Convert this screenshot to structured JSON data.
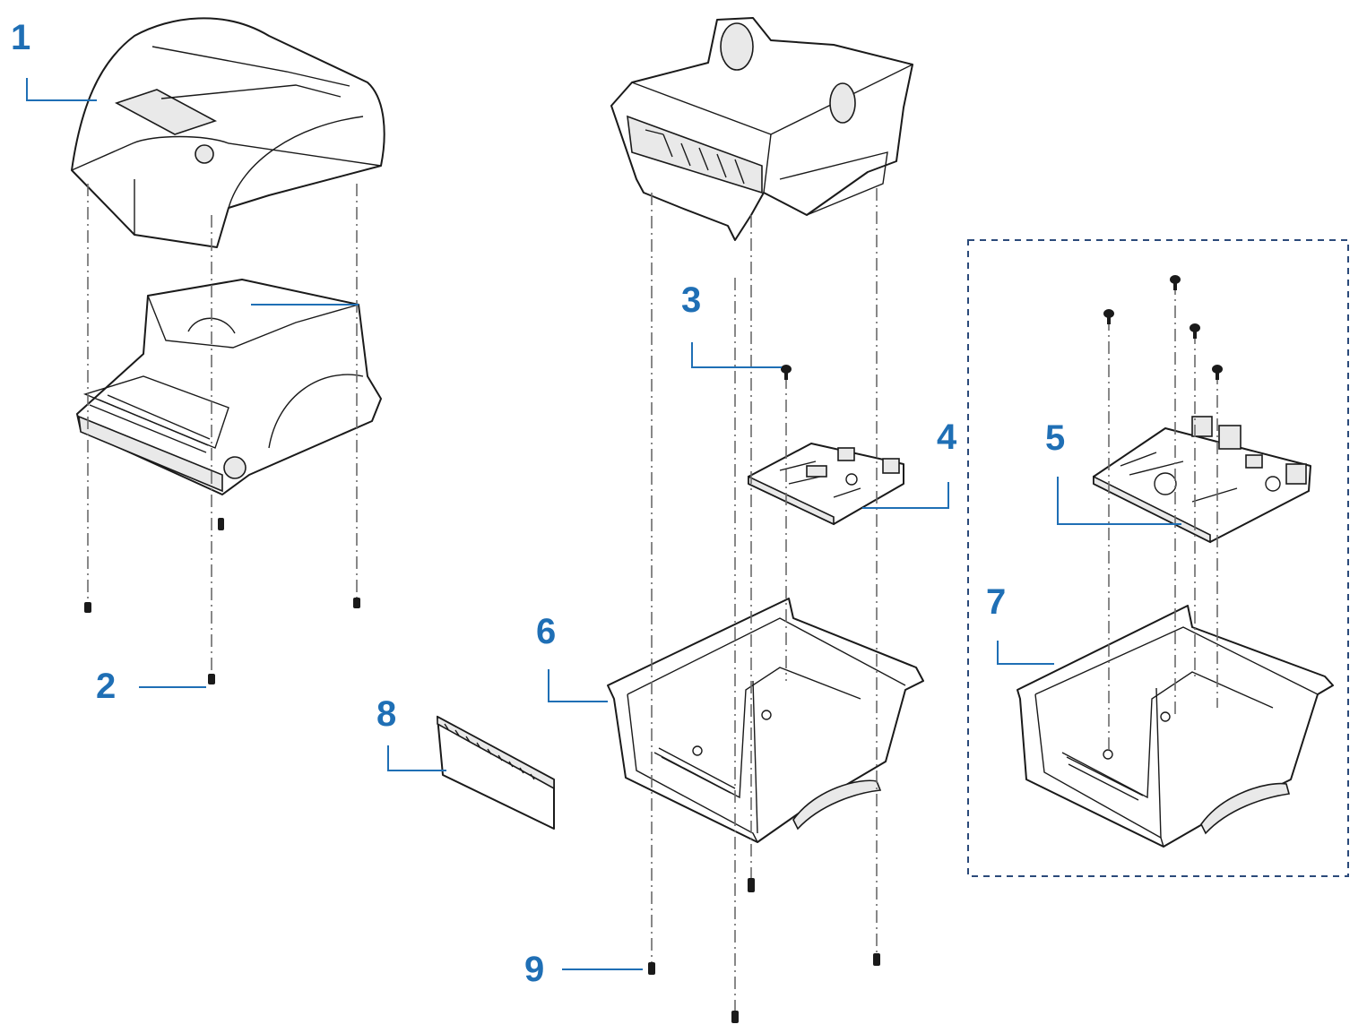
{
  "colors": {
    "callout": "#1f6fb5",
    "leader": "#1f6fb5",
    "group_border": "#2b4a7a",
    "outline": "#1a1a1a"
  },
  "callouts": [
    {
      "id": "1",
      "label": "1"
    },
    {
      "id": "2",
      "label": "2"
    },
    {
      "id": "3",
      "label": "3"
    },
    {
      "id": "4",
      "label": "4"
    },
    {
      "id": "5",
      "label": "5"
    },
    {
      "id": "6",
      "label": "6"
    },
    {
      "id": "7",
      "label": "7"
    },
    {
      "id": "8",
      "label": "8"
    },
    {
      "id": "9",
      "label": "9"
    }
  ]
}
